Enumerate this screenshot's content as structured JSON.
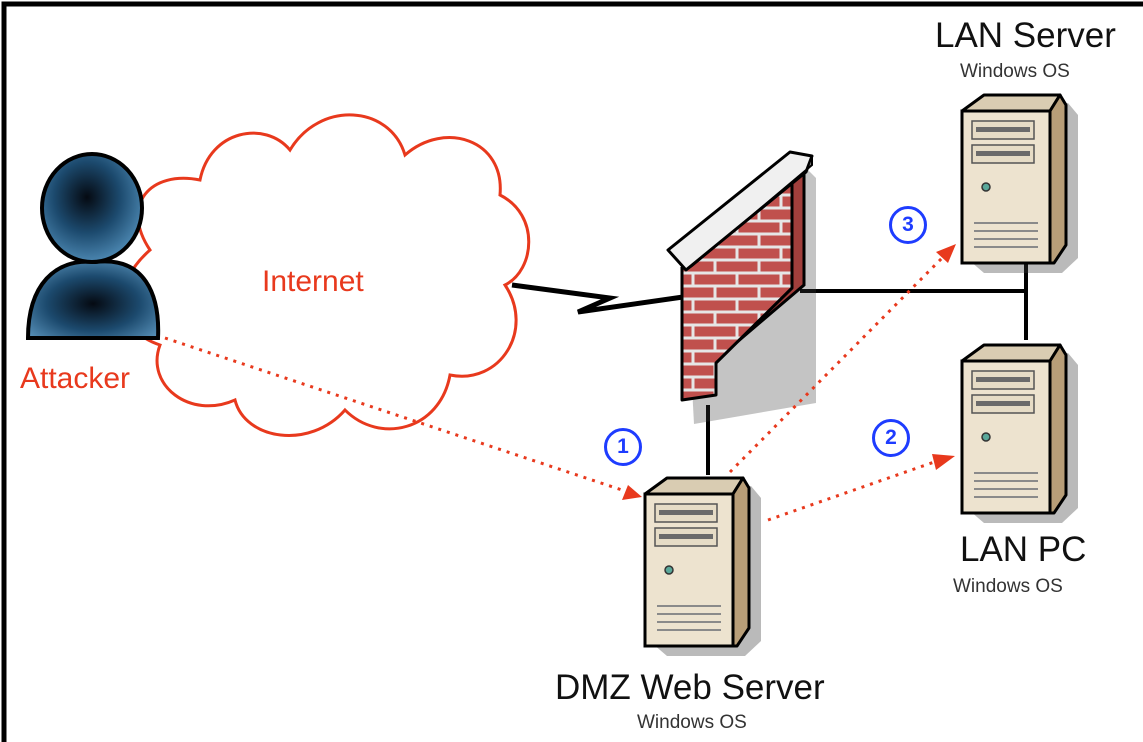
{
  "labels": {
    "internet": "Internet",
    "attacker": "Attacker",
    "dmz_server": "DMZ Web Server",
    "dmz_os": "Windows OS",
    "lan_server": "LAN Server",
    "lan_server_os": "Windows OS",
    "lan_pc": "LAN PC",
    "lan_pc_os": "Windows OS"
  },
  "steps": [
    "1",
    "2",
    "3"
  ],
  "colors": {
    "attack_path": "#e8391d",
    "step_marker": "#1e3cff",
    "cloud": "#e8391d",
    "link": "#000000",
    "brick": "#c0504d",
    "mortar": "#e8e8e8",
    "server_body": "#ede3cf",
    "server_side": "#b89e78",
    "person": "#1b3f5c"
  },
  "icons": [
    "attacker-person-icon",
    "internet-cloud-icon",
    "firewall-icon",
    "server-icon",
    "lightning-link-icon"
  ]
}
